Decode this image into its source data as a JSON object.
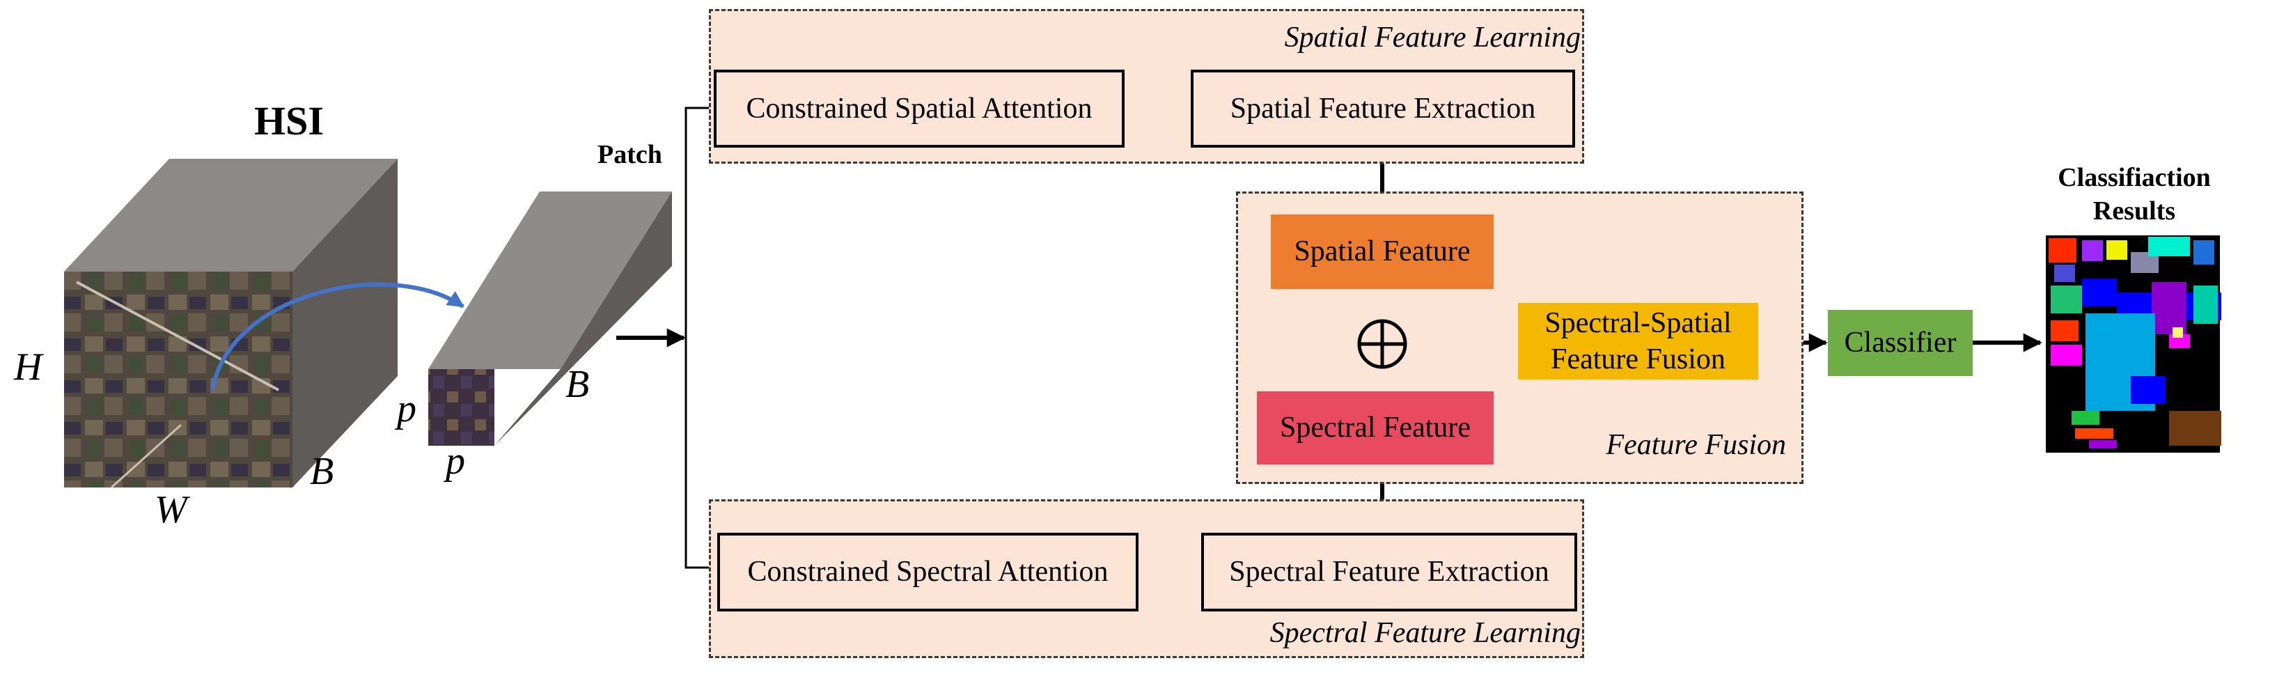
{
  "hsi": {
    "title": "HSI",
    "h_label": "H",
    "w_label": "W",
    "b_label": "B"
  },
  "patch": {
    "title": "Patch",
    "p_vertical": "p",
    "p_horizontal": "p",
    "b_label": "B"
  },
  "spatial_learning": {
    "title": "Spatial Feature Learning",
    "attention": "Constrained Spatial Attention",
    "extraction": "Spatial Feature Extraction"
  },
  "spectral_learning": {
    "title": "Spectral Feature Learning",
    "attention": "Constrained Spectral Attention",
    "extraction": "Spectral Feature Extraction"
  },
  "feature_fusion": {
    "title": "Feature Fusion",
    "spatial_feature": "Spatial Feature",
    "spectral_feature": "Spectral Feature",
    "fusion_line1": "Spectral-Spatial",
    "fusion_line2": "Feature Fusion",
    "operator_icon": "circled-plus-icon"
  },
  "classifier": {
    "label": "Classifier"
  },
  "results": {
    "title_line1": "Classifiaction",
    "title_line2": "Results"
  },
  "colors": {
    "region_fill": "#fbe5d6",
    "spatial_feature": "#ed7d31",
    "spectral_feature": "#e84a5f",
    "fusion": "#f5b800",
    "classifier": "#70ad47",
    "curved_arrow": "#4472c4"
  }
}
